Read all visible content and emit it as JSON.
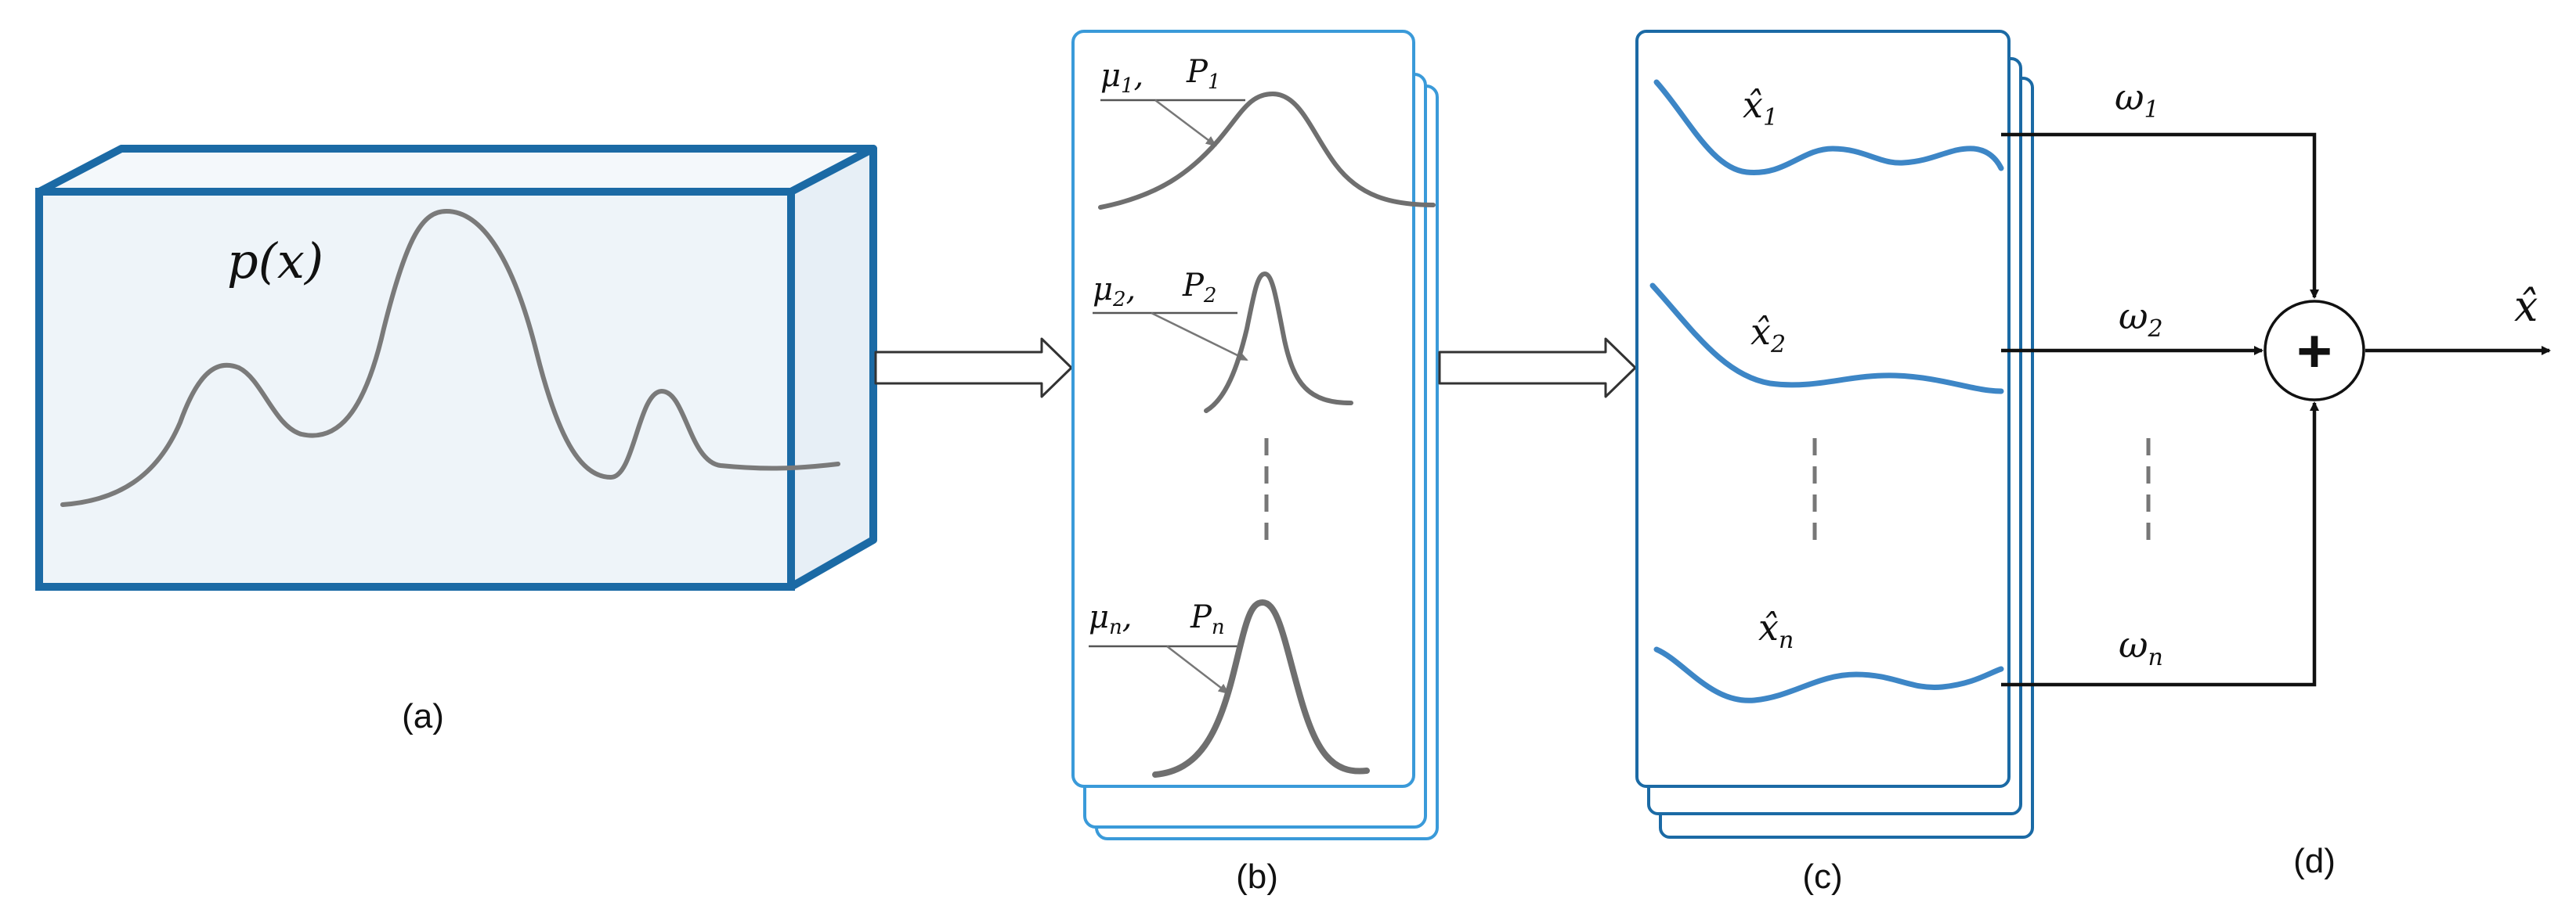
{
  "panel_a": {
    "label": "(a)",
    "density_label_main": "p(x)"
  },
  "panel_b": {
    "label": "(b)",
    "components": [
      {
        "mu_base": "μ",
        "mu_sub": "1",
        "p_base": "P",
        "p_sub": "1"
      },
      {
        "mu_base": "μ",
        "mu_sub": "2",
        "p_base": "P",
        "p_sub": "2"
      },
      {
        "mu_base": "μ",
        "mu_sub": "n",
        "p_base": "P",
        "p_sub": "n"
      }
    ]
  },
  "panel_c": {
    "label": "(c)",
    "estimates": [
      {
        "base": "x̂",
        "sub": "1"
      },
      {
        "base": "x̂",
        "sub": "2"
      },
      {
        "base": "x̂",
        "sub": "n"
      }
    ]
  },
  "panel_d": {
    "label": "(d)",
    "weights": [
      {
        "base": "ω",
        "sub": "1"
      },
      {
        "base": "ω",
        "sub": "2"
      },
      {
        "base": "ω",
        "sub": "n"
      }
    ],
    "sum_symbol": "+",
    "output_label": "x̂"
  },
  "colors": {
    "box_stroke": "#1b6aa5",
    "box_fill": "#eef4f9",
    "stack_stroke": "#3a9ad9",
    "curve_gray": "#7a7a7a",
    "curve_blue": "#3d86c6"
  }
}
